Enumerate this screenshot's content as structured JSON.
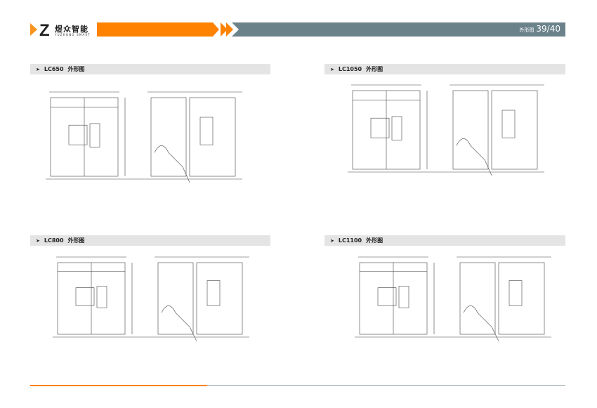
{
  "header": {
    "logo_cn": "煜众智能",
    "logo_en": "YUZHONG SMART",
    "page_label": "外形图",
    "page_number": "39/40"
  },
  "sections": [
    {
      "model": "LC650",
      "title": "外形图"
    },
    {
      "model": "LC1050",
      "title": "外形图"
    },
    {
      "model": "LC800",
      "title": "外形图"
    },
    {
      "model": "LC1100",
      "title": "外形图"
    }
  ],
  "colors": {
    "accent": "#ff8200",
    "gray": "#6b828b",
    "section_bg": "#e4e4e4"
  }
}
